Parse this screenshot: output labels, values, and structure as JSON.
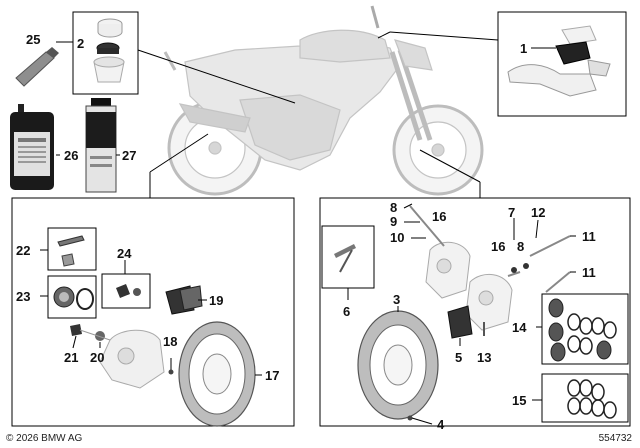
{
  "callouts": {
    "c1": "1",
    "c2": "2",
    "c3": "3",
    "c4": "4",
    "c5": "5",
    "c7": "7",
    "c8a": "8",
    "c8b": "8",
    "c9": "9",
    "c10": "10",
    "c11a": "11",
    "c11b": "11",
    "c12": "12",
    "c13": "13",
    "c14": "14",
    "c15": "15",
    "c16a": "16",
    "c16b": "16",
    "c17": "17",
    "c18": "18",
    "c19": "19",
    "c20": "20",
    "c21": "21",
    "c22": "22",
    "c23": "23",
    "c24": "24",
    "c25": "25",
    "c26": "26",
    "c27": "27"
  },
  "footer": {
    "copyright": "© 2026 BMW AG",
    "diagram_id": "554732"
  }
}
